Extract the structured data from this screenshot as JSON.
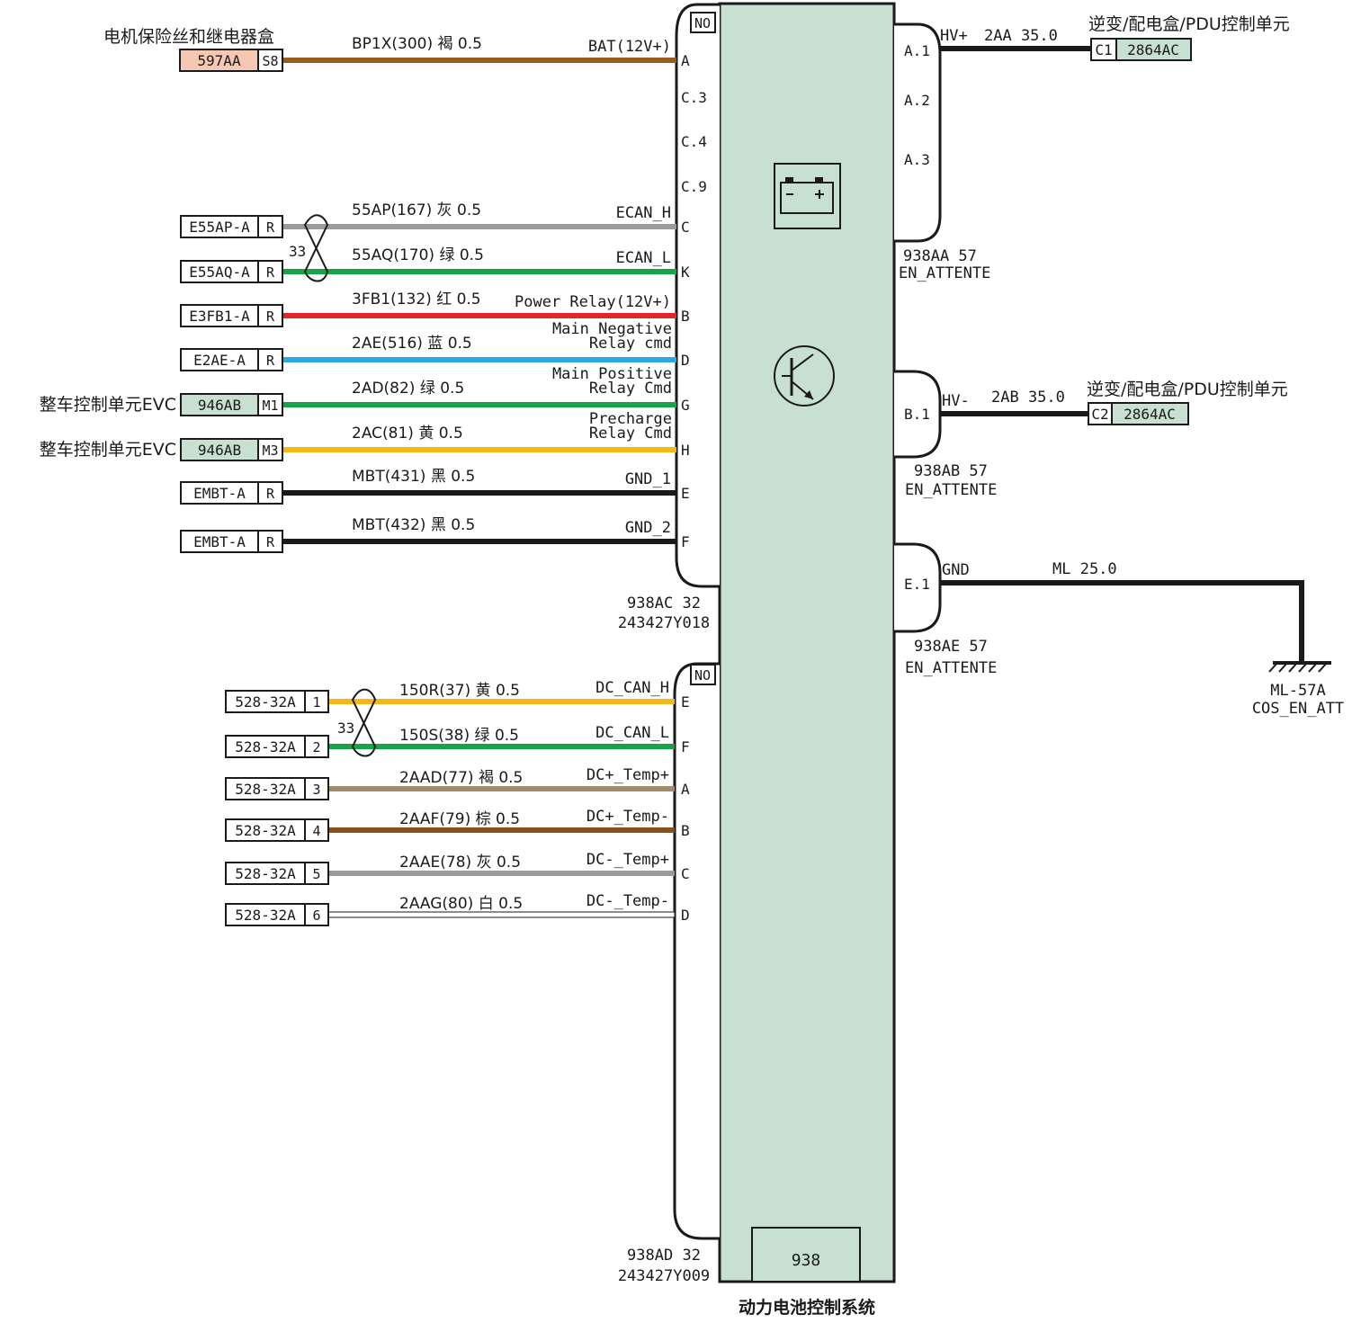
{
  "module": {
    "title": "动力电池控制系统",
    "ref": "938",
    "fill": "#c8e0d1"
  },
  "connectors": {
    "ac": {
      "no": "NO",
      "line1": "938AC 32",
      "line2": "243427Y018"
    },
    "ad": {
      "no": "NO",
      "line1": "938AD 32",
      "line2": "243427Y009"
    },
    "aa": {
      "line1": "938AA 57",
      "line2": "EN_ATTENTE",
      "pins": [
        "A.1",
        "A.2",
        "A.3"
      ]
    },
    "ab": {
      "line1": "938AB 57",
      "line2": "EN_ATTENTE",
      "pins": [
        "B.1"
      ]
    },
    "ae": {
      "line1": "938AE 57",
      "line2": "EN_ATTENTE",
      "pins": [
        "E.1"
      ]
    }
  },
  "unused_pins": [
    "C.3",
    "C.4",
    "C.9"
  ],
  "top_left_title": "电机保险丝和继电器盒",
  "left_wires": [
    {
      "conn": "597AA",
      "pin": "S8",
      "connFill": "#f6c7b3",
      "wire": "BP1X(300)  褐 0.5",
      "func": "BAT(12V+)",
      "func2": "",
      "mpin": "A",
      "color": "#9c5a1c"
    },
    {
      "conn": "E55AP-A",
      "pin": "R",
      "connFill": "#ffffff",
      "wire": "55AP(167)  灰 0.5",
      "func": "ECAN_H",
      "func2": "",
      "mpin": "C",
      "color": "#9a9a9a"
    },
    {
      "conn": "E55AQ-A",
      "pin": "R",
      "connFill": "#ffffff",
      "wire": "55AQ(170)  绿 0.5",
      "func": "ECAN_L",
      "func2": "",
      "mpin": "K",
      "color": "#16a34a"
    },
    {
      "conn": "E3FB1-A",
      "pin": "R",
      "connFill": "#ffffff",
      "wire": "3FB1(132)  红 0.5",
      "func": "Power Relay(12V+)",
      "func2": "",
      "mpin": "B",
      "color": "#e5242a"
    },
    {
      "conn": "E2AE-A",
      "pin": "R",
      "connFill": "#ffffff",
      "wire": "2AE(516)  蓝 0.5",
      "func": "Main Negative",
      "func2": "Relay cmd",
      "mpin": "D",
      "color": "#2ca9e1"
    },
    {
      "conn": "946AB",
      "pin": "M1",
      "connFill": "#c8e0d1",
      "label": "整车控制单元EVC",
      "wire": "2AD(82)  绿 0.5",
      "func": "Main Positive",
      "func2": "Relay Cmd",
      "mpin": "G",
      "color": "#16a34a"
    },
    {
      "conn": "946AB",
      "pin": "M3",
      "connFill": "#c8e0d1",
      "label": "整车控制单元EVC",
      "wire": "2AC(81)  黄 0.5",
      "func": "Precharge",
      "func2": "Relay Cmd",
      "mpin": "H",
      "color": "#f5b917"
    },
    {
      "conn": "EMBT-A",
      "pin": "R",
      "connFill": "#ffffff",
      "wire": "MBT(431)  黑 0.5",
      "func": "GND_1",
      "func2": "",
      "mpin": "E",
      "color": "#1a1a1a"
    },
    {
      "conn": "EMBT-A",
      "pin": "R",
      "connFill": "#ffffff",
      "wire": "MBT(432)  黑 0.5",
      "func": "GND_2",
      "func2": "",
      "mpin": "F",
      "color": "#1a1a1a"
    }
  ],
  "lower_wires": [
    {
      "conn": "528-32A",
      "pin": "1",
      "wire": "150R(37)  黄 0.5",
      "func": "DC_CAN_H",
      "mpin": "E",
      "color": "#f5b917"
    },
    {
      "conn": "528-32A",
      "pin": "2",
      "wire": "150S(38)  绿 0.5",
      "func": "DC_CAN_L",
      "mpin": "F",
      "color": "#16a34a"
    },
    {
      "conn": "528-32A",
      "pin": "3",
      "wire": "2AAD(77)  褐 0.5",
      "func": "DC+_Temp+",
      "mpin": "A",
      "color": "#a38b6e"
    },
    {
      "conn": "528-32A",
      "pin": "4",
      "wire": "2AAF(79)  棕 0.5",
      "func": "DC+_Temp-",
      "mpin": "B",
      "color": "#8a4f1d"
    },
    {
      "conn": "528-32A",
      "pin": "5",
      "wire": "2AAE(78)  灰 0.5",
      "func": "DC-_Temp+",
      "mpin": "C",
      "color": "#9a9a9a"
    },
    {
      "conn": "528-32A",
      "pin": "6",
      "wire": "2AAG(80)  白 0.5",
      "func": "DC-_Temp-",
      "mpin": "D",
      "color": "#ffffff"
    }
  ],
  "twist_label": "33",
  "right_wires": [
    {
      "func": "HV+",
      "wire": "2AA 35.0",
      "dest": "逆变/配电盒/PDU控制单元",
      "conn": "2864AC",
      "pin": "C1",
      "connFill": "#c8e0d1",
      "color": "#1a1a1a"
    },
    {
      "func": "HV-",
      "wire": "2AB 35.0",
      "dest": "逆变/配电盒/PDU控制单元",
      "conn": "2864AC",
      "pin": "C2",
      "connFill": "#c8e0d1",
      "color": "#1a1a1a"
    },
    {
      "func": "GND",
      "wire": "ML 25.0",
      "color": "#1a1a1a"
    }
  ],
  "ground": {
    "line1": "ML-57A",
    "line2": "COS_EN_ATT"
  },
  "icons": [
    "battery-icon",
    "transistor-icon",
    "ground-icon",
    "twisted-pair-icon"
  ]
}
